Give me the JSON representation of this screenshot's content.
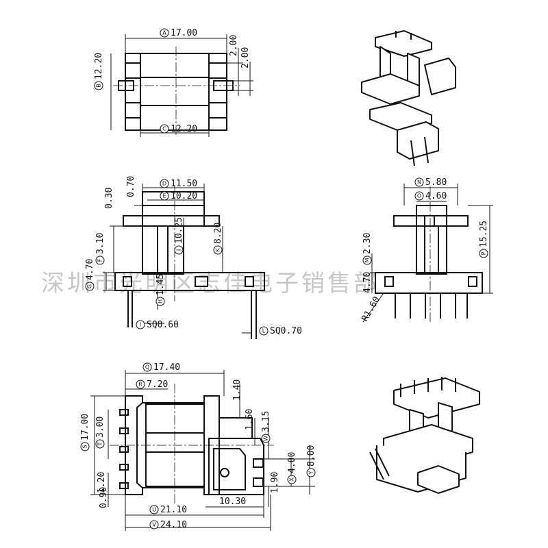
{
  "views": {
    "top": {
      "dims": [
        {
          "ref": "A",
          "value": "17.00"
        },
        {
          "ref": "B",
          "value": "12.20"
        },
        {
          "ref": "C",
          "value": "12.20"
        },
        {
          "ref": "",
          "value": "2.00"
        },
        {
          "ref": "",
          "value": "2.00"
        }
      ]
    },
    "front": {
      "dims": [
        {
          "ref": "D",
          "value": "11.50"
        },
        {
          "ref": "E",
          "value": "10.20"
        },
        {
          "ref": "",
          "value": "0.70"
        },
        {
          "ref": "",
          "value": "0.30"
        },
        {
          "ref": "F",
          "value": "3.10"
        },
        {
          "ref": "G",
          "value": "4.70"
        },
        {
          "ref": "H",
          "value": "1.45"
        },
        {
          "ref": "J",
          "value": "10.25"
        },
        {
          "ref": "K",
          "value": "8.20"
        },
        {
          "ref": "I",
          "value": "SQ0.60"
        },
        {
          "ref": "L",
          "value": "SQ0.70"
        }
      ]
    },
    "side": {
      "dims": [
        {
          "ref": "N",
          "value": "5.80"
        },
        {
          "ref": "O",
          "value": "4.60"
        },
        {
          "ref": "M",
          "value": "2.30"
        },
        {
          "ref": "",
          "value": "4.70"
        },
        {
          "ref": "P",
          "value": "15.25"
        },
        {
          "ref": "",
          "value": "R1.60"
        }
      ]
    },
    "bottom": {
      "dims": [
        {
          "ref": "Q",
          "value": "17.40"
        },
        {
          "ref": "R",
          "value": "7.20"
        },
        {
          "ref": "S",
          "value": "17.00"
        },
        {
          "ref": "T",
          "value": "3.00"
        },
        {
          "ref": "",
          "value": "1.20"
        },
        {
          "ref": "",
          "value": "0.90"
        },
        {
          "ref": "",
          "value": "1.40"
        },
        {
          "ref": "",
          "value": "1.60"
        },
        {
          "ref": "W",
          "value": "3.15"
        },
        {
          "ref": "X",
          "value": "4.00"
        },
        {
          "ref": "Y",
          "value": "8.00"
        },
        {
          "ref": "",
          "value": "1.90"
        },
        {
          "ref": "",
          "value": "10.30"
        },
        {
          "ref": "U",
          "value": "21.10"
        },
        {
          "ref": "V",
          "value": "24.10"
        }
      ]
    }
  },
  "watermark": "深圳市光明区志佳电子销售部"
}
